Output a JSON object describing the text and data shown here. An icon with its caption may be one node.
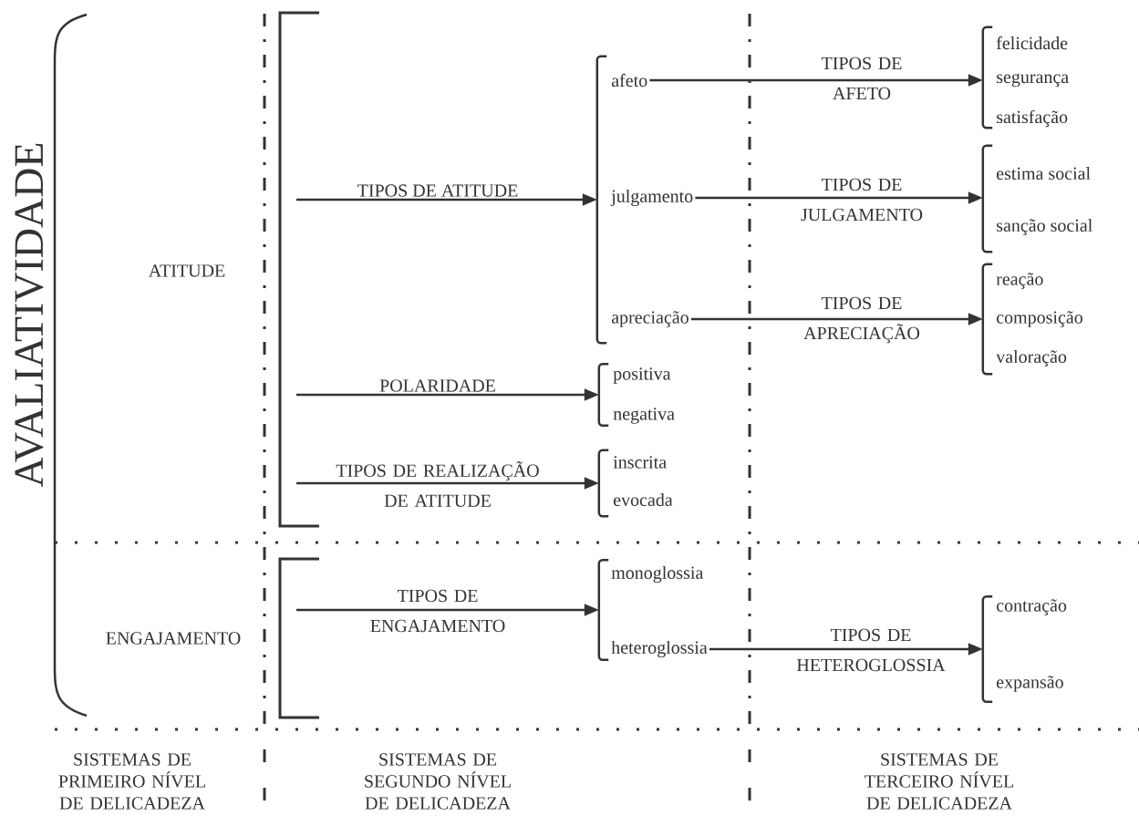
{
  "diagram": {
    "nodes": [
      {
        "text": [
          "AVALIATIVIDADE"
        ]
      },
      {
        "text": [
          "ATITUDE"
        ]
      },
      {
        "text": [
          "ENGAJAMENTO"
        ]
      },
      {
        "text": [],
        "shape": "bracket"
      },
      {
        "text": [
          "afeto"
        ]
      },
      {
        "text": [
          "julgamento"
        ]
      },
      {
        "text": [
          "apreciação"
        ]
      },
      {
        "text": [],
        "shape": "bracket"
      },
      {
        "text": [
          "positiva"
        ]
      },
      {
        "text": [
          "negativa"
        ]
      },
      {
        "text": [],
        "shape": "bracket"
      },
      {
        "text": [
          "inscrita"
        ]
      },
      {
        "text": [
          "evocada"
        ]
      },
      {
        "text": [],
        "shape": "bracket"
      },
      {
        "text": [
          "felicidade"
        ]
      },
      {
        "text": [
          "segurança"
        ]
      },
      {
        "text": [
          "satisfação"
        ]
      },
      {
        "text": [],
        "shape": "bracket"
      },
      {
        "text": [
          "estima social"
        ]
      },
      {
        "text": [
          "sanção social"
        ]
      },
      {
        "text": [],
        "shape": "bracket"
      },
      {
        "text": [
          "reação"
        ]
      },
      {
        "text": [
          "composição"
        ]
      },
      {
        "text": [
          "valoração"
        ]
      },
      {
        "text": [],
        "shape": "bracket"
      },
      {
        "text": [
          "monoglossia"
        ]
      },
      {
        "text": [
          "heteroglossia"
        ]
      },
      {
        "text": [],
        "shape": "bracket"
      },
      {
        "text": [
          "contração"
        ]
      },
      {
        "text": [
          "expansão"
        ]
      }
    ],
    "edges": [
      {
        "from": null,
        "to": 3,
        "arrow": "to",
        "label": "TIPOS DE ATITUDE"
      },
      {
        "from": null,
        "to": 7,
        "arrow": "to",
        "label": "POLARIDADE"
      },
      {
        "from": null,
        "to": 10,
        "arrow": "to",
        "label": "TIPOS DE REALIZAÇÃO DE ATITUDE"
      },
      {
        "from": 4,
        "to": 13,
        "arrow": "to",
        "label": "TIPOS DE AFETO"
      },
      {
        "from": 5,
        "to": 17,
        "arrow": "to",
        "label": "TIPOS DE JULGAMENTO"
      },
      {
        "from": 6,
        "to": 20,
        "arrow": "to",
        "label": "TIPOS DE APRECIAÇÃO"
      },
      {
        "from": null,
        "to": 24,
        "arrow": "to",
        "label": "TIPOS DE ENGAJAMENTO"
      },
      {
        "from": 26,
        "to": 27,
        "arrow": "to",
        "label": "TIPOS DE HETEROGLOSSIA"
      }
    ],
    "labels": [
      "SISTEMAS DE PRIMEIRO NÍVEL DE DELICADEZA",
      "SISTEMAS DE SEGUNDO NÍVEL DE DELICADEZA",
      "SISTEMAS DE TERCEIRO NÍVEL DE DELICADEZA"
    ]
  }
}
